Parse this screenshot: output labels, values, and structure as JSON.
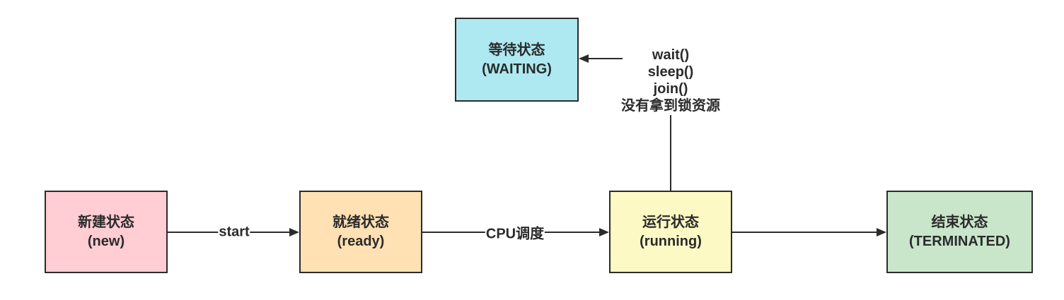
{
  "diagram": {
    "nodes": {
      "new": {
        "label_zh": "新建状态",
        "label_en": "(new)",
        "bg": "#ffcdd3"
      },
      "ready": {
        "label_zh": "就绪状态",
        "label_en": "(ready)",
        "bg": "#ffe1b3"
      },
      "running": {
        "label_zh": "运行状态",
        "label_en": "(running)",
        "bg": "#fcf9c5"
      },
      "terminated": {
        "label_zh": "结束状态",
        "label_en": "(TERMINATED)",
        "bg": "#c9e6ca"
      },
      "waiting": {
        "label_zh": "等待状态",
        "label_en": "(WAITING)",
        "bg": "#aee9f1"
      }
    },
    "edges": {
      "new_to_ready": {
        "from": "new",
        "to": "ready",
        "label": "start"
      },
      "ready_to_running": {
        "from": "ready",
        "to": "running",
        "label": "CPU调度"
      },
      "running_to_terminated": {
        "from": "running",
        "to": "terminated"
      },
      "running_to_waiting": {
        "from": "running",
        "to": "waiting",
        "conditions": [
          "wait()",
          "sleep()",
          "join()",
          "没有拿到锁资源"
        ]
      }
    },
    "colors": {
      "border": "#2b2b2b",
      "line": "#2b2b2b",
      "text": "#2b2b2b",
      "background": "#ffffff"
    }
  }
}
